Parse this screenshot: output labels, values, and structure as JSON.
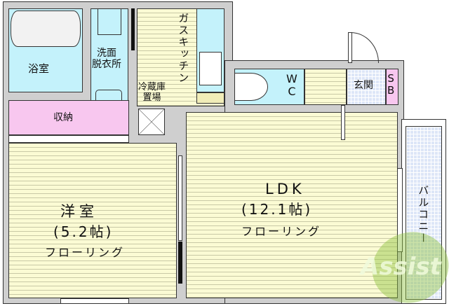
{
  "rooms": {
    "bath": {
      "label": "浴室"
    },
    "washroom": {
      "label_line1": "洗面",
      "label_line2": "脱衣所"
    },
    "storage": {
      "label": "収納"
    },
    "kitchen": {
      "label": "ガスキッチン"
    },
    "fridge": {
      "label_line1": "冷蔵庫",
      "label_line2": "置場"
    },
    "wc": {
      "label_line1": "W",
      "label_line2": "C"
    },
    "entrance": {
      "label": "玄関"
    },
    "shoebox": {
      "label_line1": "S",
      "label_line2": "B"
    },
    "western_room": {
      "name": "洋室",
      "size": "(5.2帖)",
      "floor": "フローリング"
    },
    "ldk": {
      "name": "LDK",
      "size": "(12.1帖)",
      "floor": "フローリング"
    },
    "balcony": {
      "label": "バルコニー"
    }
  },
  "watermark": {
    "text": "Assist",
    "color": "#8fc23f"
  },
  "colors": {
    "floor": "#fbfbd4",
    "wet_area": "#c4f2fb",
    "storage": "#f8c7ef",
    "entrance_tile": "#dde6f7",
    "wall": "#cfcfcf"
  }
}
